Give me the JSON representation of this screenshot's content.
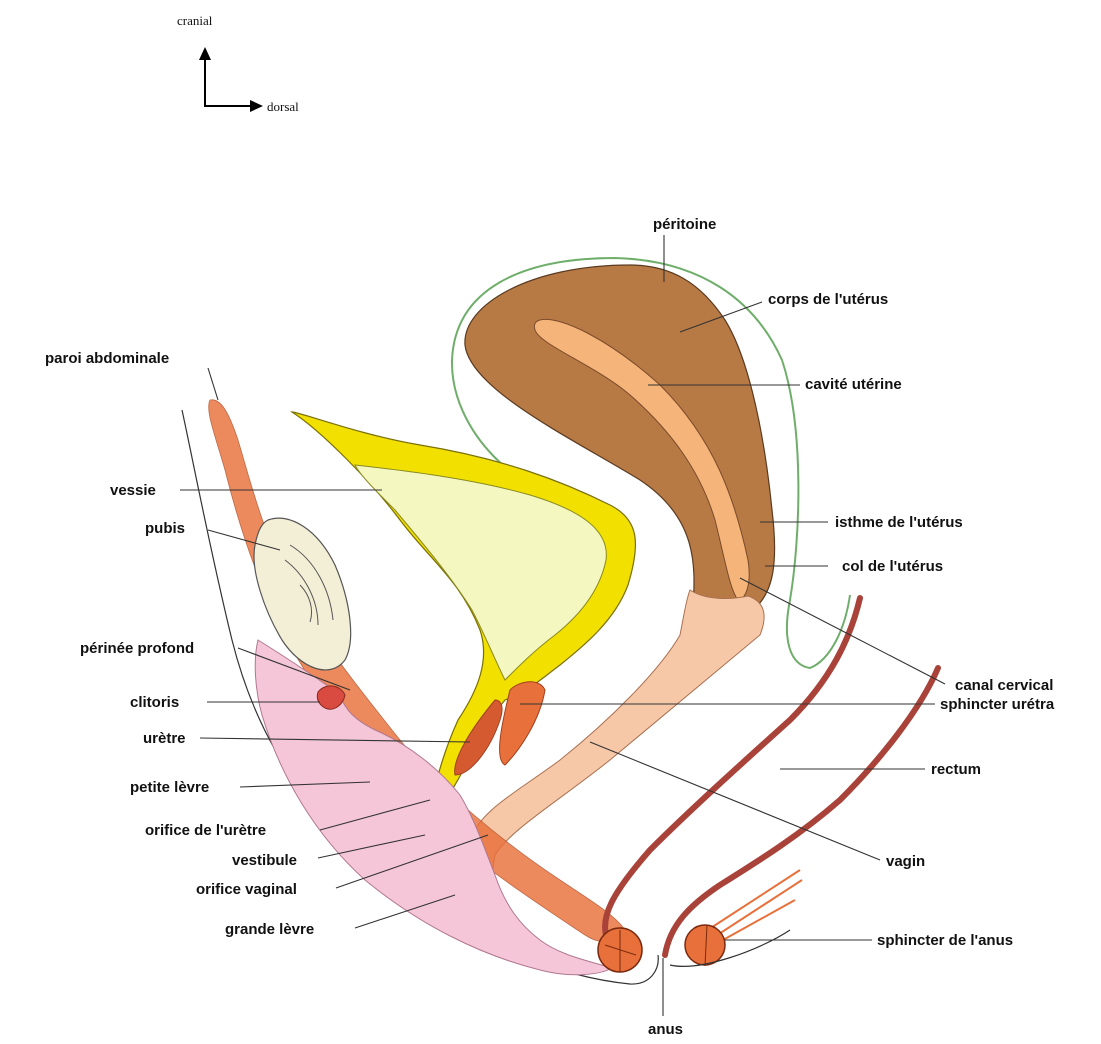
{
  "orientation": {
    "up": "cranial",
    "right": "dorsal"
  },
  "labels": {
    "peritoine": "péritoine",
    "corps_uterus": "corps de l'utérus",
    "paroi_abdominale": "paroi abdominale",
    "cavite_uterine": "cavité utérine",
    "vessie": "vessie",
    "pubis": "pubis",
    "isthme": "isthme de l'utérus",
    "col": "col de l'utérus",
    "perinee_profond": "périnée profond",
    "canal_cervical": "canal cervical",
    "clitoris": "clitoris",
    "sphincter_uretra": "sphincter urétra",
    "uretre": "urètre",
    "rectum": "rectum",
    "petite_levre": "petite lèvre",
    "orifice_uretre": "orifice de l'urètre",
    "vestibule": "vestibule",
    "vagin": "vagin",
    "orifice_vaginal": "orifice vaginal",
    "grande_levre": "grande lèvre",
    "sphincter_anus": "sphincter de l'anus",
    "anus": "anus"
  },
  "colors": {
    "uterus": "#b87a45",
    "uterine_cavity": "#f5b47a",
    "cervix_vagina": "#f6c8a8",
    "bladder_wall": "#f2e000",
    "bladder_lumen": "#f4f7c0",
    "pubis": "#f3efd6",
    "labia": "#f5c6d8",
    "muscle": "#e8703a",
    "rectum": "#a9433a",
    "peritoneum": "#6fae6a"
  }
}
